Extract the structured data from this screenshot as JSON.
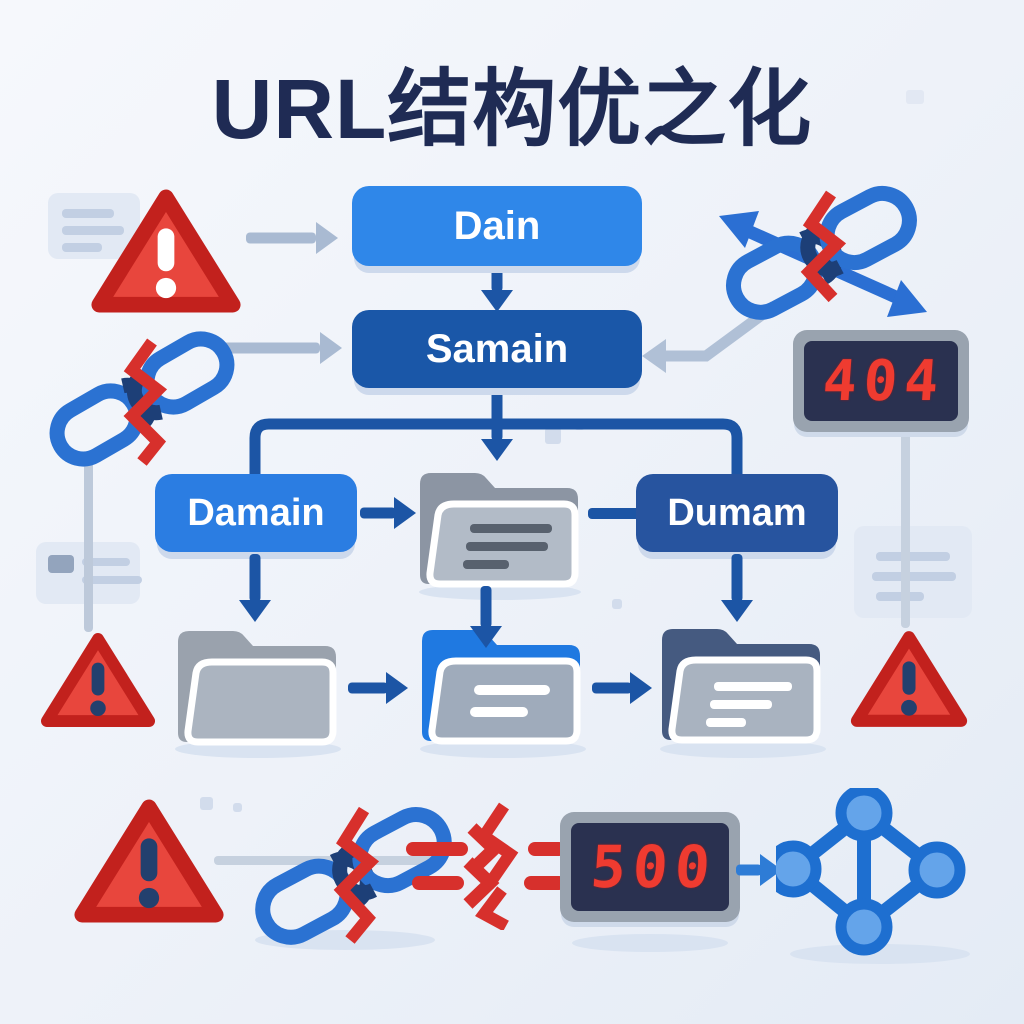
{
  "title": {
    "text": "URL结构优之化"
  },
  "flow": {
    "node_top": "Dain",
    "node_mid": "Samain",
    "node_left": "Damain",
    "node_right": "Dumam"
  },
  "errors": {
    "top_code": "404",
    "bottom_code": "500"
  },
  "icons": {
    "warning": "warning-triangle",
    "broken_link": "broken-chain",
    "folder": "folder",
    "network": "node-graph",
    "error_display": "led-screen"
  },
  "colors": {
    "title": "#1f2b54",
    "node_top_bg": "#2f87e9",
    "node_mid_bg": "#1a57a8",
    "node_left_bg": "#2b7de2",
    "node_right_bg": "#27549f",
    "connector": "#1c55a5",
    "gray_connector": "#a9bad2",
    "alert_red": "#d7302c",
    "digit_red": "#ef3b30"
  }
}
